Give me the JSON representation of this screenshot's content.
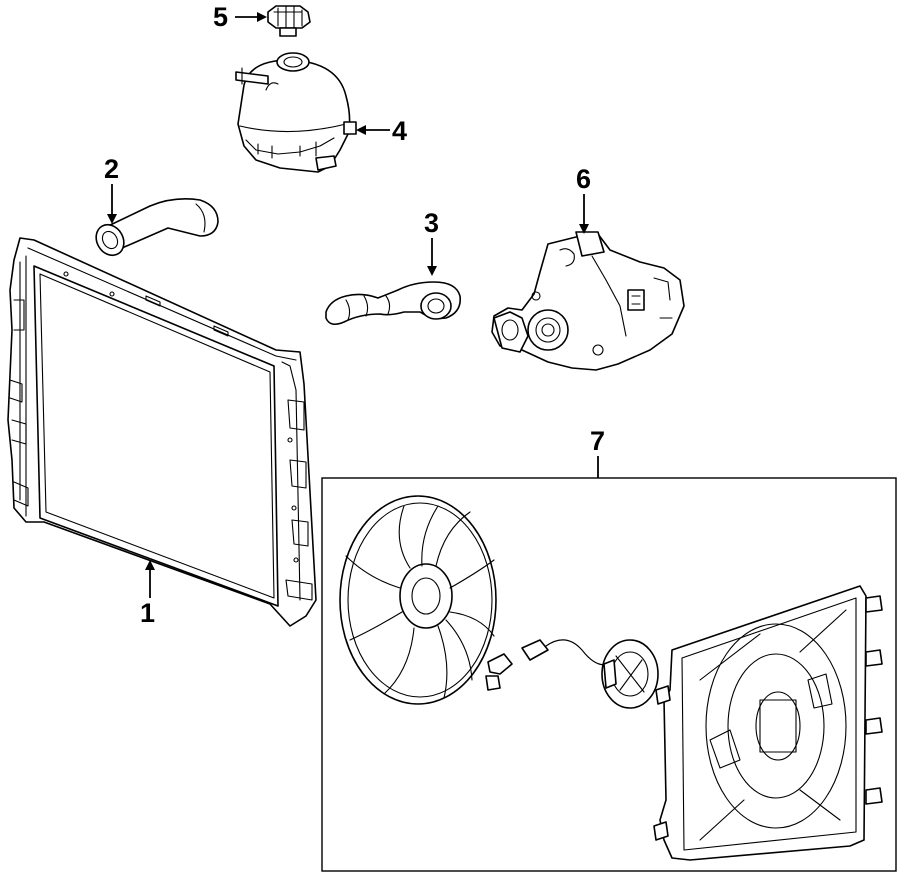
{
  "callouts": [
    {
      "id": "radiator",
      "label": "1"
    },
    {
      "id": "upper-hose",
      "label": "2"
    },
    {
      "id": "lower-hose",
      "label": "3"
    },
    {
      "id": "reservoir",
      "label": "4"
    },
    {
      "id": "reservoir-cap",
      "label": "5"
    },
    {
      "id": "water-pump",
      "label": "6"
    },
    {
      "id": "fan-assembly",
      "label": "7"
    }
  ]
}
